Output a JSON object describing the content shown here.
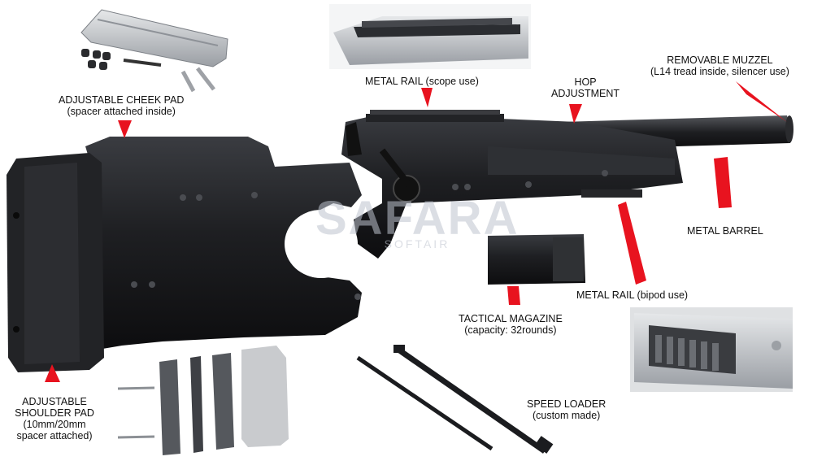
{
  "labels": {
    "cheek_pad": {
      "line1": "ADJUSTABLE CHEEK PAD",
      "line2": "(spacer attached inside)"
    },
    "metal_rail_scope": {
      "line1": "METAL RAIL (scope use)"
    },
    "hop": {
      "line1": "HOP",
      "line2": "ADJUSTMENT"
    },
    "muzzel": {
      "line1": "REMOVABLE MUZZEL",
      "line2": "(L14 tread inside, silencer use)"
    },
    "barrel": {
      "line1": "METAL BARREL"
    },
    "metal_rail_bipod": {
      "line1": "METAL RAIL (bipod use)"
    },
    "magazine": {
      "line1": "TACTICAL MAGAZINE",
      "line2": "(capacity: 32rounds)"
    },
    "shoulder_pad": {
      "line1": "ADJUSTABLE",
      "line2": "SHOULDER PAD",
      "line3": "(10mm/20mm",
      "line4": "spacer attached)"
    },
    "speed_loader": {
      "line1": "SPEED LOADER",
      "line2": "(custom made)"
    }
  },
  "watermark": {
    "brand": "SAFARA",
    "sub": "SOFTAIR"
  },
  "colors": {
    "arrow": "#e8131f",
    "rifle": "#1b1c1f",
    "metal": "#b9bcc1",
    "text": "#111111"
  }
}
